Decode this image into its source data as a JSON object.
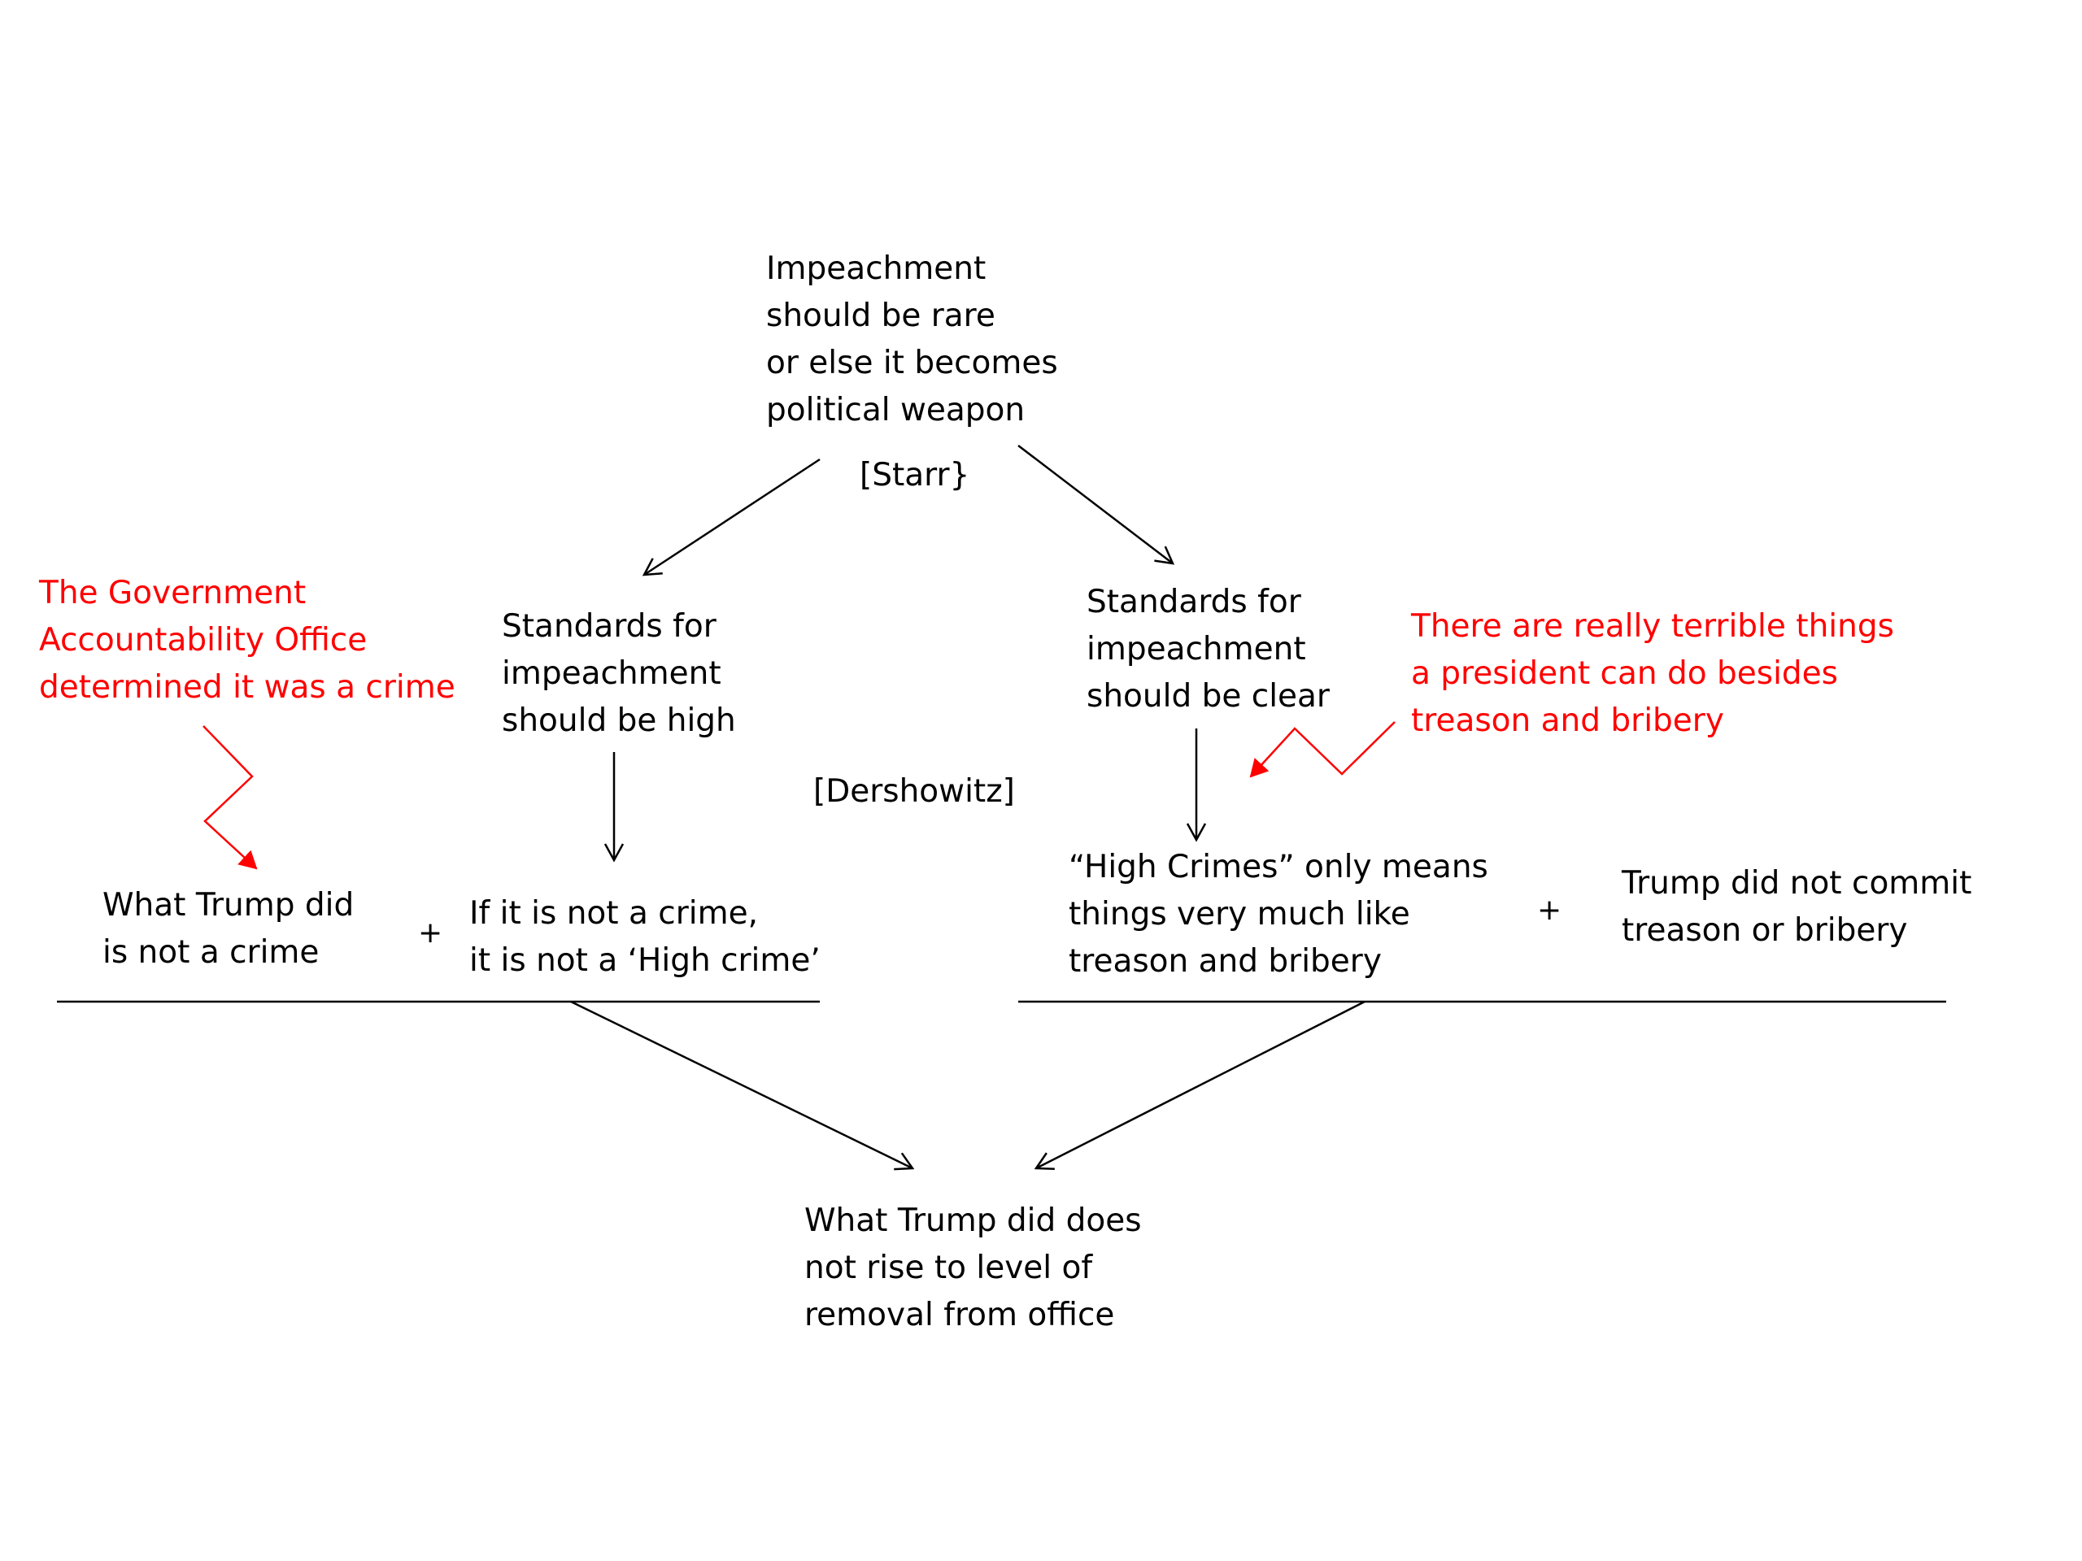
{
  "nodes": {
    "top_claim": "Impeachment\nshould be rare\nor else it becomes\npolitical weapon",
    "starr_label": "[Starr}",
    "left_standard": "Standards for\nimpeachment\nshould be high",
    "right_standard": "Standards for\nimpeachment\nshould be clear",
    "dershowitz_label": "[Dershowitz]",
    "left_premise_a": "What Trump did\nis not a crime",
    "left_premise_b": "If it is not a crime,\nit is not a ‘High crime’",
    "right_premise_a": "“High Crimes” only means\nthings very much like\ntreason and bribery",
    "right_premise_b": "Trump did not commit\ntreason or bribery",
    "conclusion": "What Trump did does\nnot rise to level of\nremoval from office"
  },
  "operators": {
    "left_plus": "+",
    "right_plus": "+"
  },
  "objections": {
    "gao": "The Government\nAccountability Office\ndetermined it was a crime",
    "terrible_things": "There are really terrible things\na president can do besides\ntreason and bribery"
  },
  "colors": {
    "text": "#000000",
    "objection": "#ff0000",
    "line": "#000000"
  }
}
